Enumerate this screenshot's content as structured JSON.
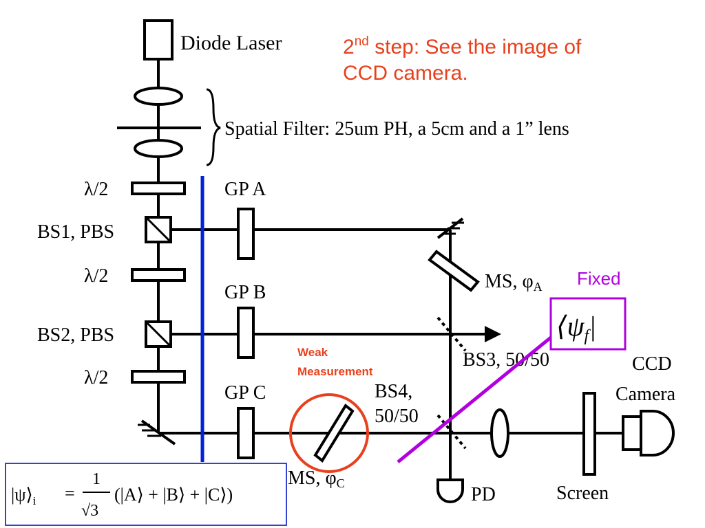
{
  "note": {
    "text": "2nd step: See the image of CCD camera.",
    "line1_number": "2",
    "line1_superscript": "nd",
    "line1_rest": " step: See the image of",
    "line2": "CCD camera.",
    "color": "#e8401c"
  },
  "labels": {
    "diode_laser": "Diode Laser",
    "spatial_filter": "Spatial Filter: 25um PH, a 5cm and a 1” lens",
    "half_wave_1": "λ/2",
    "half_wave_2": "λ/2",
    "half_wave_3": "λ/2",
    "bs1": "BS1, PBS",
    "bs2": "BS2, PBS",
    "gp_a": "GP A",
    "gp_b": "GP B",
    "gp_c": "GP C",
    "ms_a": "MS, φ",
    "ms_a_sub": "A",
    "ms_c": "MS, φ",
    "ms_c_sub": "C",
    "bs3": "BS3, 50/50",
    "bs4_line1": "BS4,",
    "bs4_line2": "50/50",
    "ccd_line1": "CCD",
    "ccd_line2": "Camera",
    "screen": "Screen",
    "pd": "PD"
  },
  "annotations": {
    "fixed": "Fixed",
    "fixed_color": "#b000e0",
    "final_state": "⟨ψf|",
    "final_state_open": "⟨ψ",
    "final_state_sub": "f",
    "final_state_close": "|",
    "weak_line1": "Weak",
    "weak_line2": "Measurement",
    "weak_color": "#e8401c",
    "initial_state": "|ψ⟩i = (1/√3)(|A⟩ + |B⟩ + |C⟩)",
    "initial_lhs": "|ψ⟩",
    "initial_lhs_sub": "i",
    "initial_eq": "=",
    "initial_num": "1",
    "initial_den": "√3",
    "initial_rhs": "(|A⟩ + |B⟩ + |C⟩)",
    "box_color": "#3344cc",
    "screen_line_color": "#0022dd"
  }
}
